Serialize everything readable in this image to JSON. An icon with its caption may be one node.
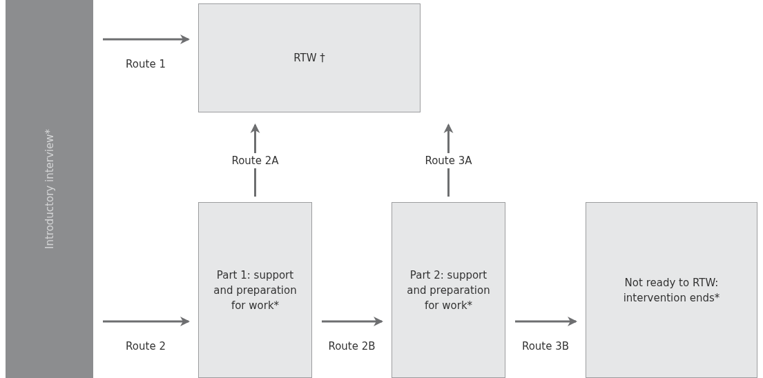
{
  "diagram": {
    "nodes": [
      {
        "text": [
          "Introductory interview*"
        ]
      },
      {
        "text": [
          "RTW †"
        ]
      },
      {
        "text": [
          "Part 1: support and preparation for work*"
        ]
      },
      {
        "text": [
          "Part 2: support and preparation for work*"
        ]
      },
      {
        "text": [
          "Not ready to RTW: intervention ends*"
        ]
      }
    ],
    "edges": [
      {
        "from": 0,
        "to": 1,
        "arrow": "to",
        "label": "Route 1"
      },
      {
        "from": 0,
        "to": 2,
        "arrow": "to",
        "label": "Route 2"
      },
      {
        "from": 2,
        "to": 1,
        "arrow": "to",
        "label": "Route 2A"
      },
      {
        "from": 2,
        "to": 3,
        "arrow": "to",
        "label": "Route 2B"
      },
      {
        "from": 3,
        "to": 1,
        "arrow": "to",
        "label": "Route 3A"
      },
      {
        "from": 3,
        "to": 4,
        "arrow": "to",
        "label": "Route 3B"
      }
    ]
  }
}
